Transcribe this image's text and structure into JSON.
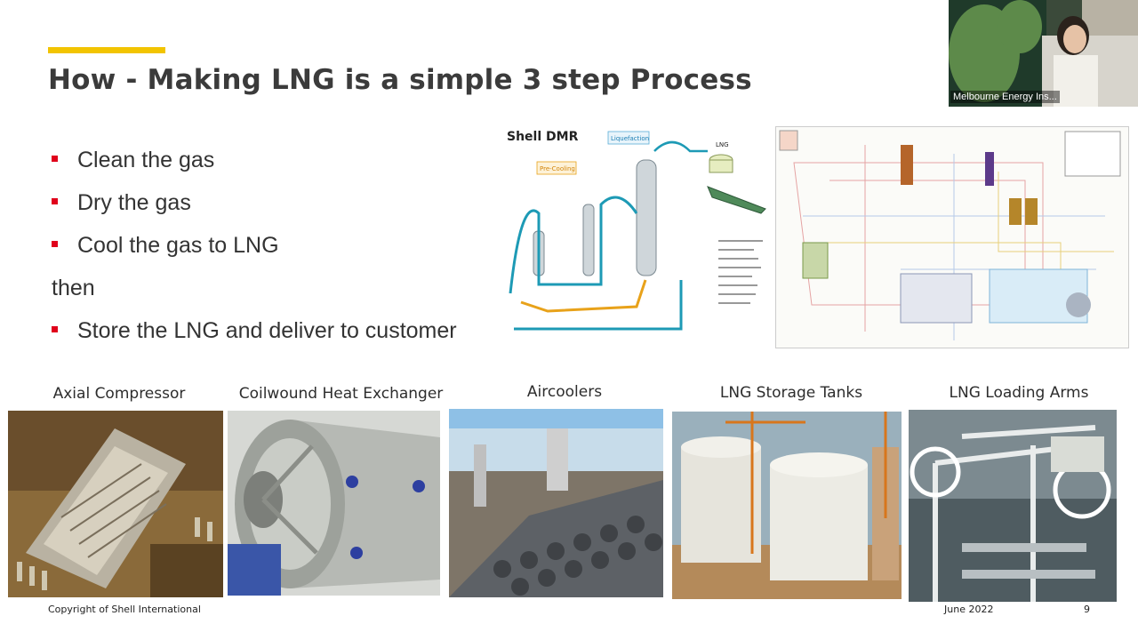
{
  "slide": {
    "title": "How - Making LNG is a simple 3 step Process",
    "bullets": [
      "Clean the gas",
      "Dry the gas",
      "Cool the gas to LNG"
    ],
    "connector": "then",
    "final_bullet": "Store the LNG and deliver to customer",
    "diagram": {
      "title": "Shell DMR",
      "liquefaction_label": "Liquefaction",
      "precooling_label": "Pre-Cooling",
      "lng_label": "LNG"
    },
    "photos": [
      {
        "label": "Axial Compressor"
      },
      {
        "label": "Coilwound Heat Exchanger"
      },
      {
        "label": "Aircoolers"
      },
      {
        "label": "LNG Storage Tanks"
      },
      {
        "label": "LNG Loading Arms"
      }
    ],
    "footer": {
      "copyright": "Copyright of Shell International",
      "date": "June 2022",
      "page": "9"
    }
  },
  "video": {
    "participant_name": "Melbourne Energy Ins..."
  },
  "colors": {
    "accent": "#f2c400",
    "bullet": "#e0001b",
    "title": "#3b3b3b"
  }
}
